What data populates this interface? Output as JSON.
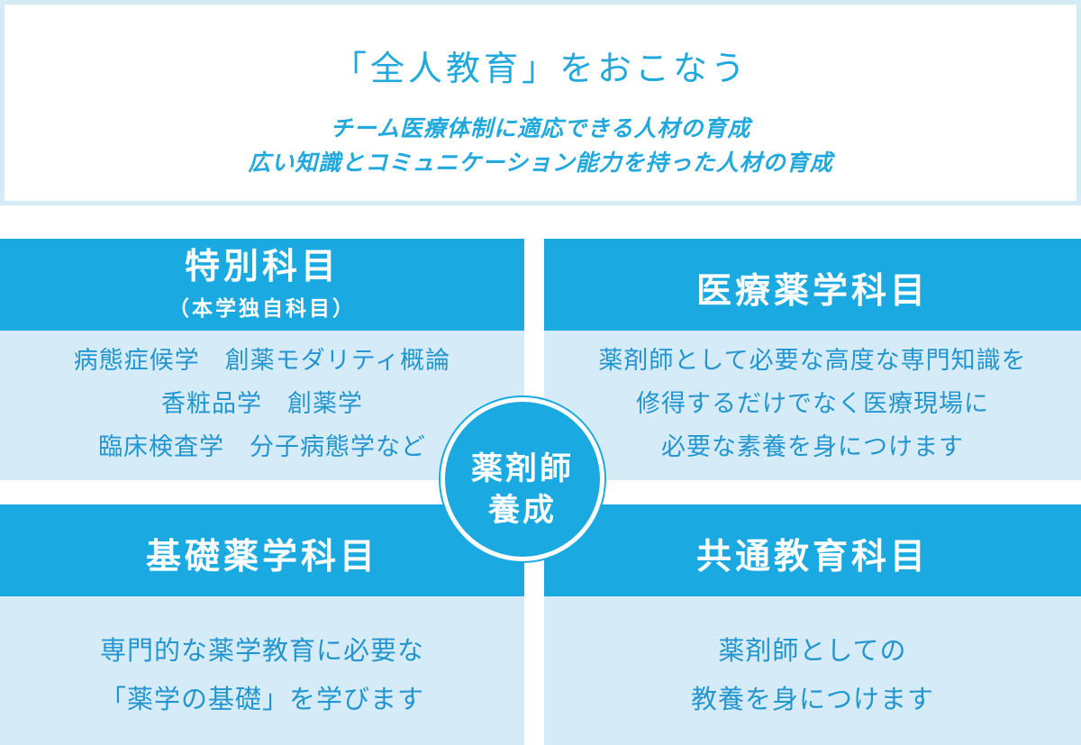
{
  "header": {
    "title": "「全人教育」をおこなう",
    "subtitle_lines": [
      "チーム医療体制に適応できる人材の育成",
      "広い知識とコミュニケーション能力を持った人材の育成"
    ]
  },
  "quadrants": {
    "top_left": {
      "title": "特別科目",
      "note": "（本学独自科目）",
      "lines": [
        "病態症候学　創薬モダリティ概論",
        "香粧品学　創薬学",
        "臨床検査学　分子病態学など"
      ]
    },
    "top_right": {
      "title": "医療薬学科目",
      "lines": [
        "薬剤師として必要な高度な専門知識を",
        "修得するだけでなく医療現場に",
        "必要な素養を身につけます"
      ]
    },
    "bottom_left": {
      "title": "基礎薬学科目",
      "lines": [
        "専門的な薬学教育に必要な",
        "「薬学の基礎」を学びます"
      ]
    },
    "bottom_right": {
      "title": "共通教育科目",
      "lines": [
        "薬剤師としての",
        "教養を身につけます"
      ]
    }
  },
  "center": {
    "lines": [
      "薬剤師",
      "養成"
    ]
  },
  "colors": {
    "accent": "#1ba9e1",
    "light_panel": "#d5ebf7",
    "text_blue": "#2396cf"
  }
}
